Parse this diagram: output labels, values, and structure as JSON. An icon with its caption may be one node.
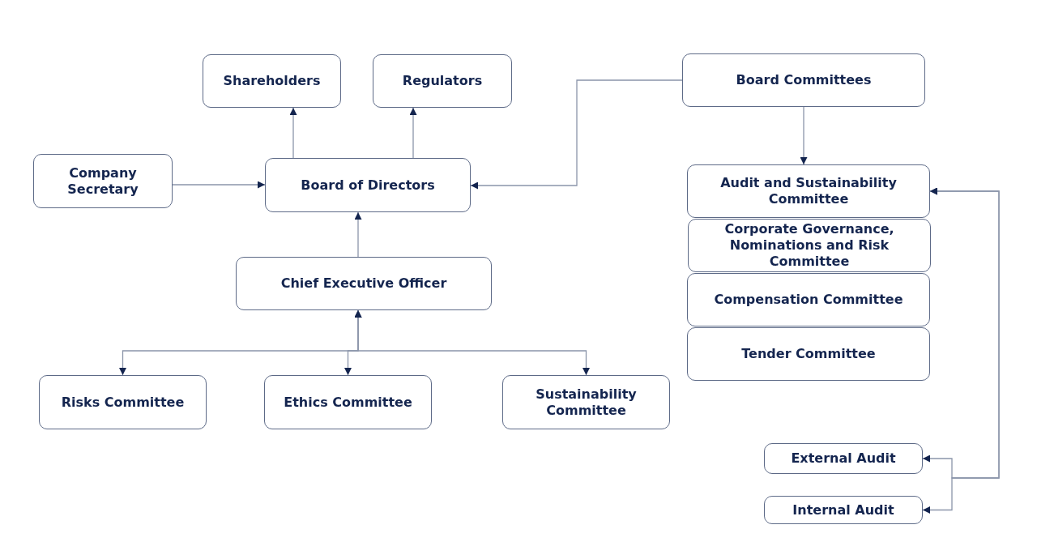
{
  "diagram": {
    "nodes": [
      {
        "text": [
          "Shareholders"
        ]
      },
      {
        "text": [
          "Regulators"
        ]
      },
      {
        "text": [
          "Board Committees"
        ]
      },
      {
        "text": [
          "Company Secretary"
        ]
      },
      {
        "text": [
          "Board of Directors"
        ]
      },
      {
        "text": [
          "Audit and Sustainability Committee"
        ]
      },
      {
        "text": [
          "Corporate Governance, Nominations and Risk Committee"
        ]
      },
      {
        "text": [
          "Compensation Committee"
        ]
      },
      {
        "text": [
          "Tender Committee"
        ]
      },
      {
        "text": [
          "Chief Executive Officer"
        ]
      },
      {
        "text": [
          "Risks Committee"
        ]
      },
      {
        "text": [
          "Ethics Committee"
        ]
      },
      {
        "text": [
          "Sustainability Committee"
        ]
      },
      {
        "text": [
          "External Audit"
        ]
      },
      {
        "text": [
          "Internal Audit"
        ]
      }
    ],
    "edges": [
      {
        "from": 4,
        "to": 0,
        "arrow": "to"
      },
      {
        "from": 4,
        "to": 1,
        "arrow": "to"
      },
      {
        "from": 3,
        "to": 4,
        "arrow": "to"
      },
      {
        "from": 2,
        "to": 4,
        "arrow": "to"
      },
      {
        "from": 2,
        "to": 5,
        "arrow": "to"
      },
      {
        "from": 9,
        "to": 4,
        "arrow": "to"
      },
      {
        "from": 9,
        "to": 10,
        "arrow": "both"
      },
      {
        "from": 9,
        "to": 11,
        "arrow": "both"
      },
      {
        "from": 9,
        "to": 12,
        "arrow": "both"
      },
      {
        "from": 5,
        "to": 13,
        "arrow": "both"
      },
      {
        "from": 5,
        "to": 14,
        "arrow": "both"
      }
    ]
  }
}
